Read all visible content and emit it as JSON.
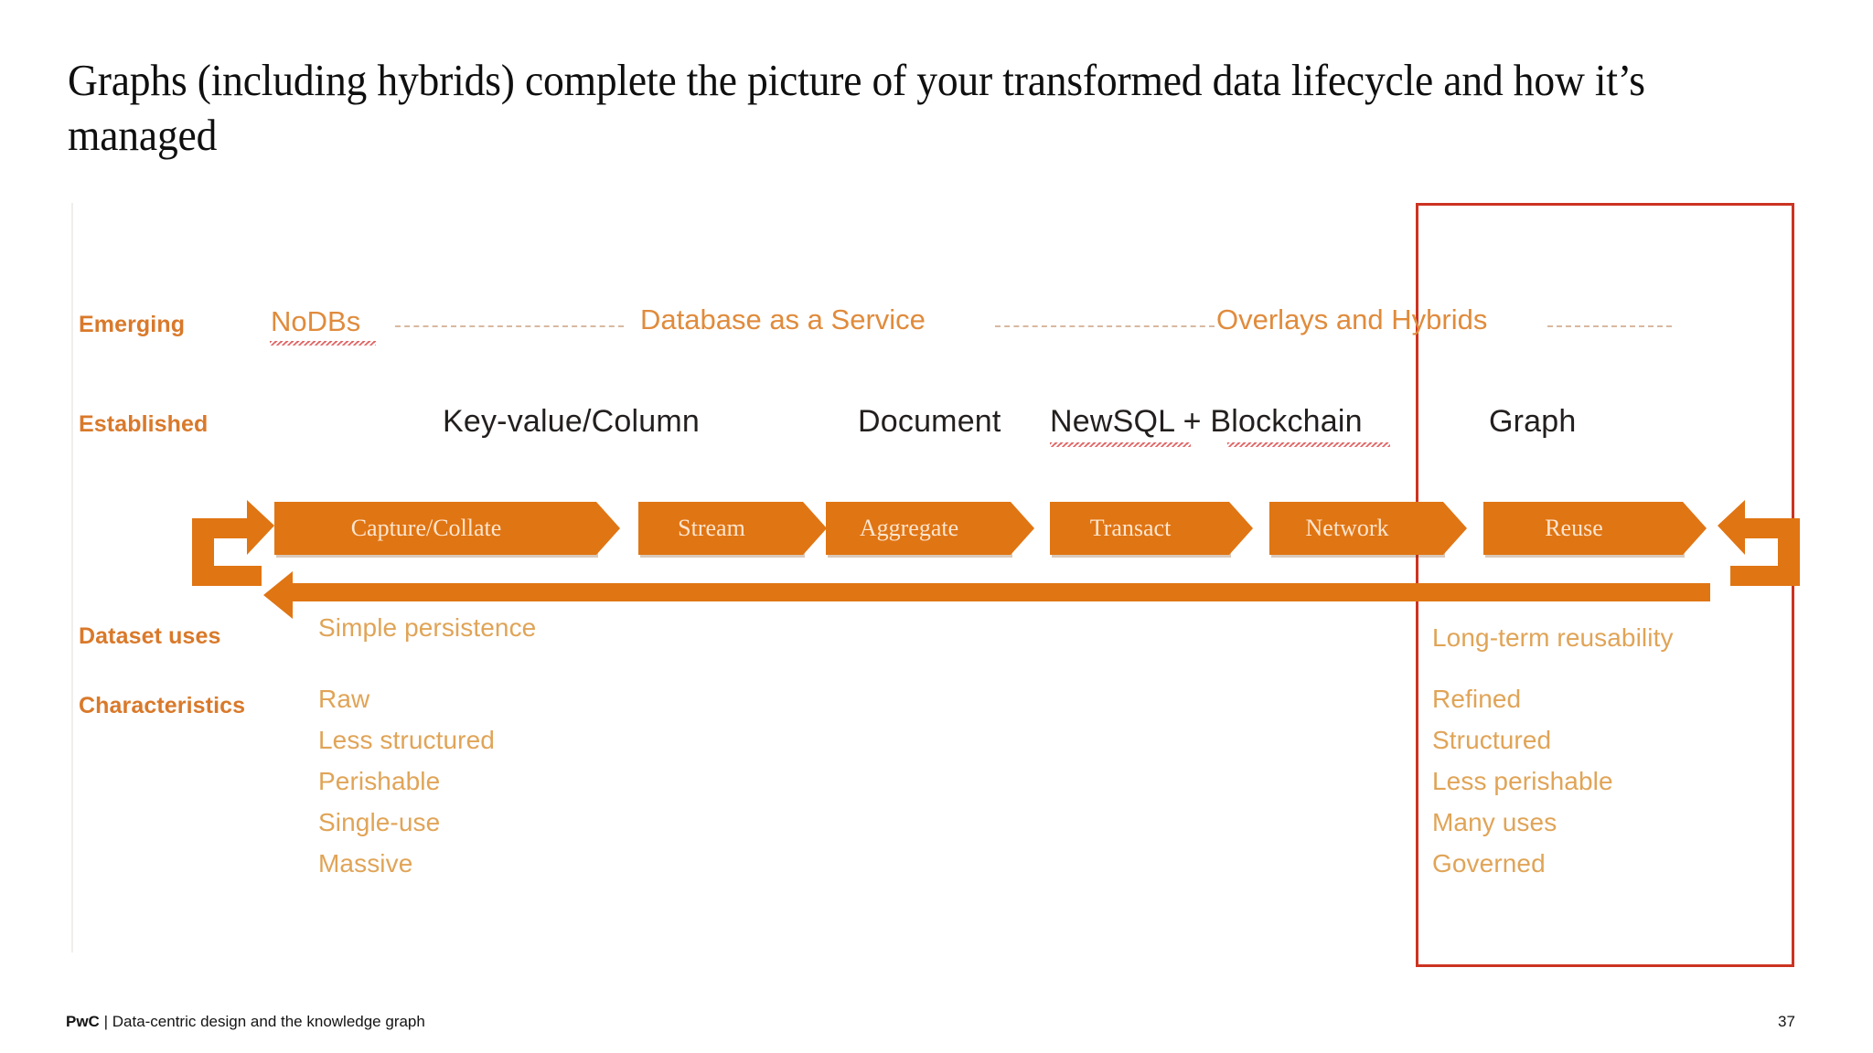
{
  "slide": {
    "title": "Graphs (including hybrids) complete the picture of your transformed data lifecycle and how it’s managed",
    "page_number": "37"
  },
  "footer": {
    "brand": "PwC",
    "separator": "|",
    "deck_title": "Data-centric design and the knowledge graph"
  },
  "colors": {
    "orange_fill": "#e07513",
    "orange_label_bold": "#d9792a",
    "orange_text_light": "#e0a457",
    "orange_emerging": "#e08b3c",
    "dark_text": "#231f1e",
    "red_highlight_box": "#cc3322",
    "spellcheck_underline": "#e06666",
    "chevron_label": "#fde5cf"
  },
  "rows": {
    "emerging": {
      "label": "Emerging",
      "items": [
        {
          "text": "NoDBs",
          "spellchecked": true
        },
        {
          "text": "Database as a Service",
          "spellchecked": false
        },
        {
          "text": "Overlays and Hybrids",
          "spellchecked": false
        }
      ]
    },
    "established": {
      "label": "Established",
      "items": [
        {
          "text": "Key-value/Column",
          "spellchecked": false
        },
        {
          "text": "Document",
          "spellchecked": false
        },
        {
          "text": "NewSQL + Blockchain",
          "spellchecked": true
        },
        {
          "text": "Graph",
          "spellchecked": false
        }
      ]
    },
    "dataset_uses": {
      "label": "Dataset uses",
      "left_value": "Simple persistence",
      "right_value": "Long-term reusability"
    },
    "characteristics": {
      "label": "Characteristics",
      "left_values": [
        "Raw",
        "Less structured",
        "Perishable",
        "Single-use",
        "Massive"
      ],
      "right_values": [
        "Refined",
        "Structured",
        "Less perishable",
        "Many uses",
        "Governed"
      ]
    }
  },
  "pipeline": {
    "stages": [
      "Capture/Collate",
      "Stream",
      "Aggregate",
      "Transact",
      "Network",
      "Reuse"
    ],
    "loop_start_icon": "loop-arrow-left",
    "loop_end_icon": "loop-arrow-right",
    "return_arrow_icon": "return-arrow-left"
  }
}
